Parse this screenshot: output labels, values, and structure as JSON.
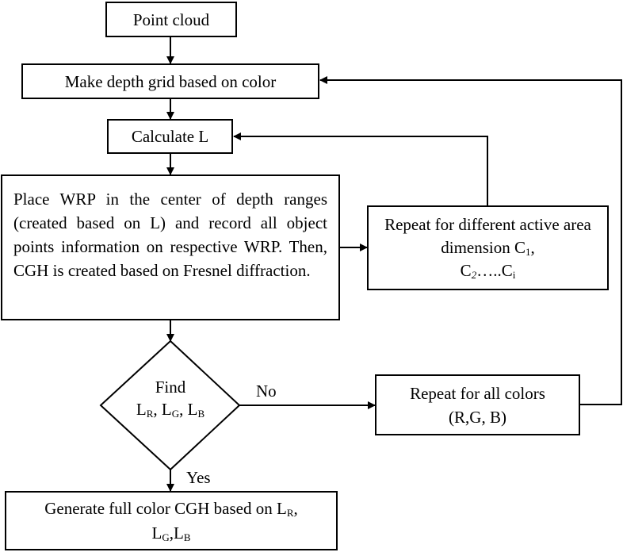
{
  "nodes": {
    "point_cloud": "Point cloud",
    "depth_grid": "Make depth grid based on color",
    "calc_l": "Calculate L",
    "place_wrp": "Place WRP in the center of depth ranges (created based on L) and record all object points information on respective WRP. Then, CGH is created based on Fresnel diffraction.",
    "repeat_area": {
      "line1": "Repeat for different active area dimension C",
      "sub1": "1",
      "comma": ",",
      "c2": "C",
      "sub2": "2",
      "dots": "…..C",
      "subi": "i"
    },
    "find": {
      "title": "Find",
      "L1": "L",
      "s1": "R",
      "sep1": ", ",
      "L2": "L",
      "s2": "G",
      "sep2": ", ",
      "L3": "L",
      "s3": "B"
    },
    "repeat_colors": {
      "line1": "Repeat for all colors",
      "line2": "(R,G, B)"
    },
    "generate": {
      "line1": "Generate full color CGH based on L",
      "s1": "R",
      "sep1": ",",
      "L2": "L",
      "s2": "G",
      "sep2": ",",
      "L3": "L",
      "s3": "B"
    }
  },
  "edge_labels": {
    "no": "No",
    "yes": "Yes"
  }
}
